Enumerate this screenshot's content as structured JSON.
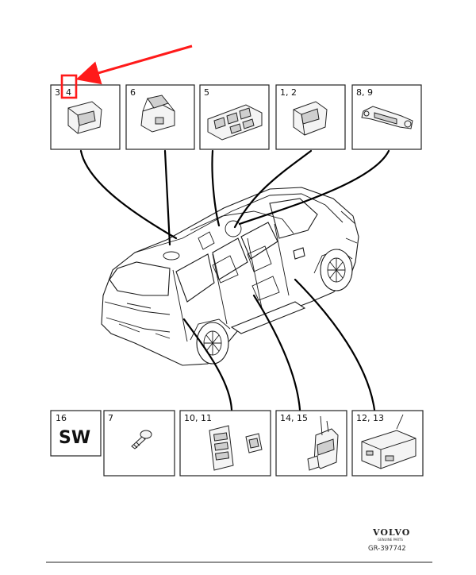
{
  "callouts": {
    "top": [
      "3, 4",
      "6",
      "5",
      "1, 2",
      "8, 9"
    ],
    "bottom": [
      "16",
      "7",
      "10, 11",
      "14, 15",
      "12, 13"
    ]
  },
  "sw_label": "SW",
  "branding": {
    "logo": "VOLVO",
    "logo_sub": "GENUINE PARTS",
    "reference": "GR-397742"
  },
  "colors": {
    "highlight": "#ff1a1a",
    "line": "#000000"
  }
}
